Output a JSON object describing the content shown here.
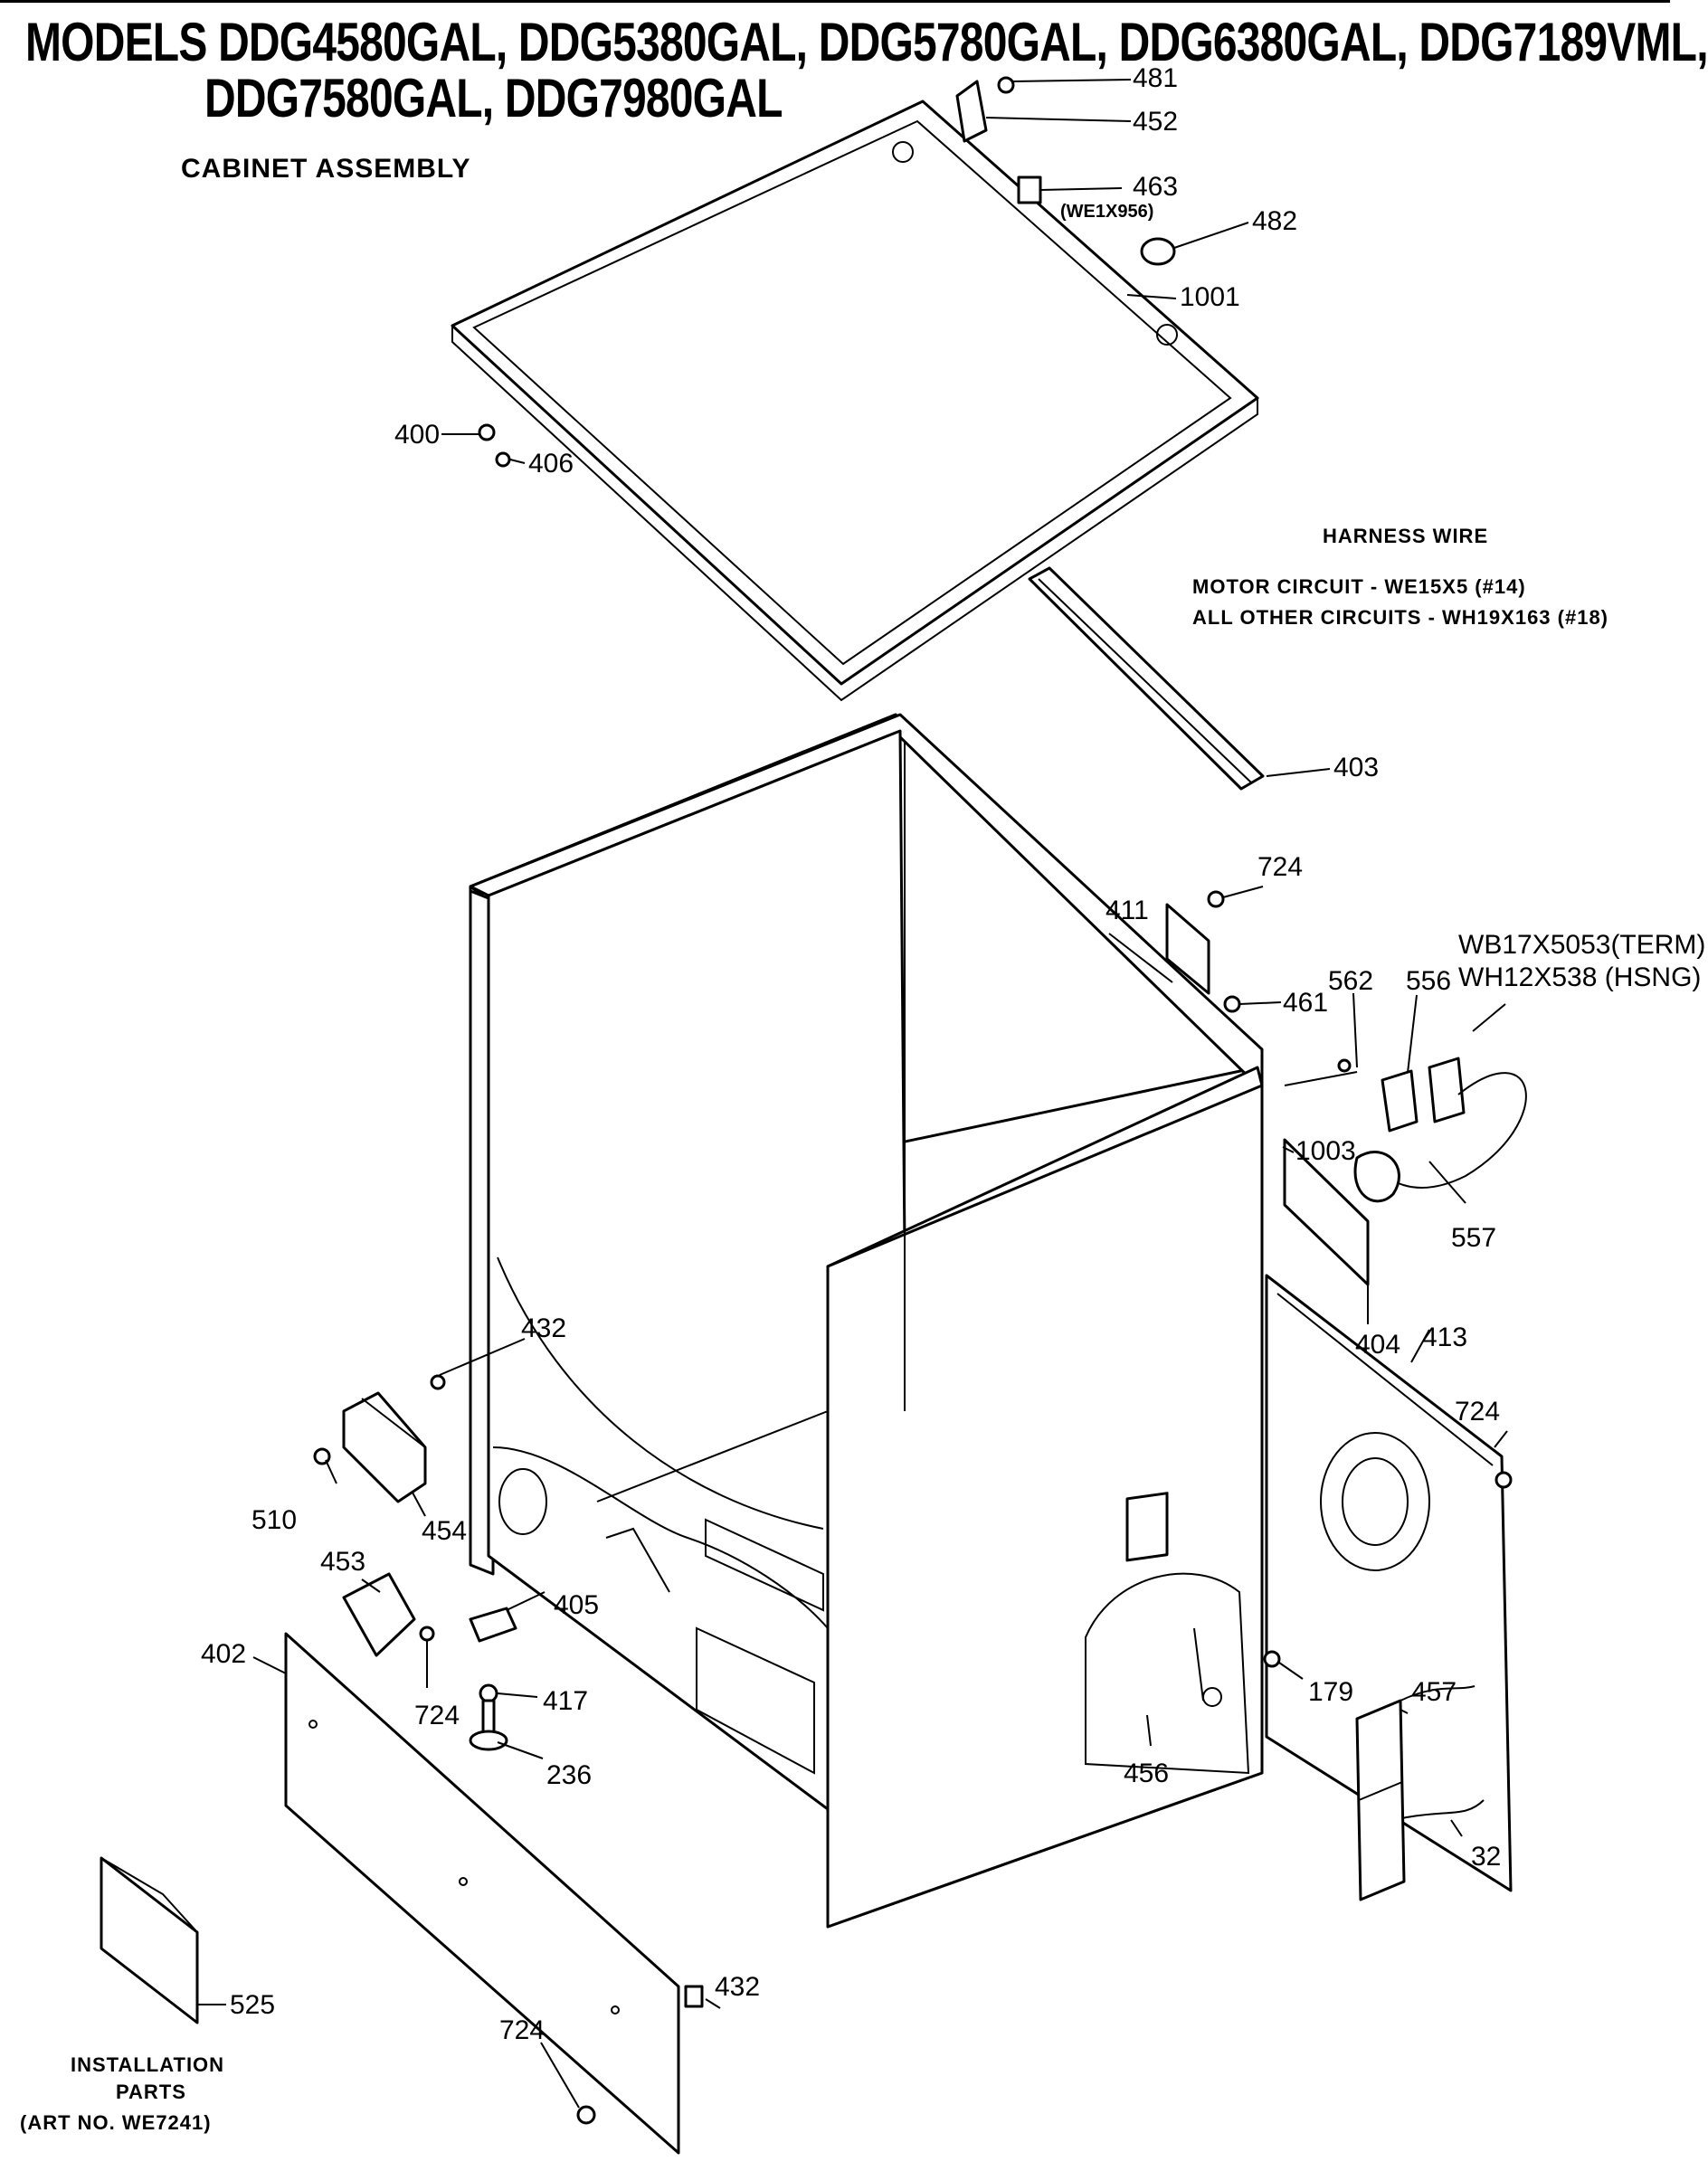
{
  "header": {
    "title_line1": "MODELS DDG4580GAL, DDG5380GAL, DDG5780GAL, DDG6380GAL, DDG7189VML,",
    "title_line2": "DDG7580GAL, DDG7980GAL",
    "subtitle": "CABINET ASSEMBLY"
  },
  "harness": {
    "heading": "HARNESS WIRE",
    "motor": "MOTOR CIRCUIT - WE15X5 (#14)",
    "other": "ALL OTHER CIRCUITS - WH19X163 (#18)"
  },
  "install": {
    "line1": "INSTALLATION",
    "line2": "PARTS",
    "line3": "(ART NO. WE7241)"
  },
  "parts": {
    "p481": "481",
    "p452": "452",
    "p463": "463",
    "p463_code": "(WE1X956)",
    "p482": "482",
    "p1001": "1001",
    "p400": "400",
    "p406": "406",
    "p403": "403",
    "p724a": "724",
    "p411": "411",
    "p461": "461",
    "p562": "562",
    "p556": "556",
    "term": "WB17X5053(TERM)",
    "hsng": "WH12X538 (HSNG)",
    "p1003": "1003",
    "p557": "557",
    "p404": "404",
    "p413": "413",
    "p724b": "724",
    "p432a": "432",
    "p510": "510",
    "p454": "454",
    "p453": "453",
    "p405": "405",
    "p402": "402",
    "p724c": "724",
    "p417": "417",
    "p236": "236",
    "p456": "456",
    "p179": "179",
    "p457": "457",
    "p32": "32",
    "p525": "525",
    "p724d": "724",
    "p432b": "432"
  }
}
